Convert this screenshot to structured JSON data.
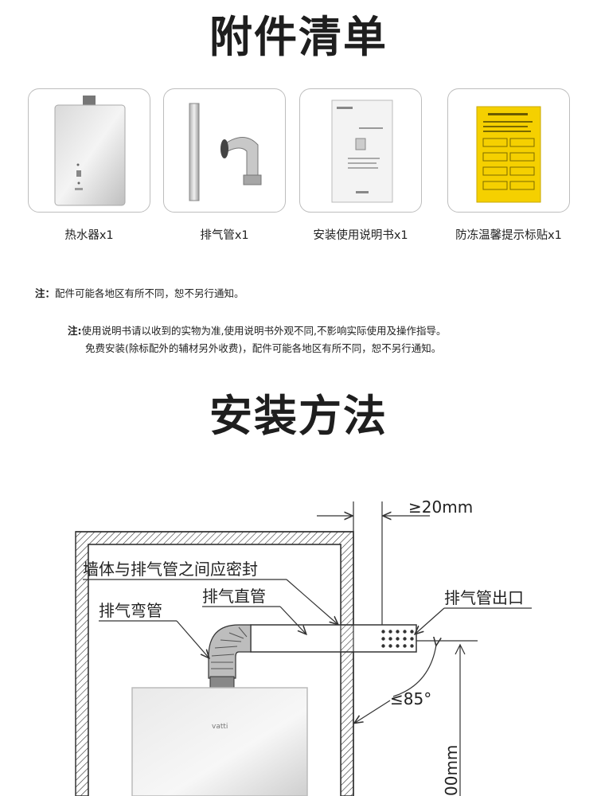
{
  "section1": {
    "title": "附件清单"
  },
  "accessories": [
    {
      "name": "热水器x1",
      "icon": "water-heater-icon"
    },
    {
      "name": "排气管x1",
      "icon": "exhaust-pipe-icon"
    },
    {
      "name": "安装使用说明书x1",
      "icon": "manual-icon"
    },
    {
      "name": "防冻温馨提示标贴x1",
      "icon": "antifreeze-sticker-icon"
    }
  ],
  "note1": {
    "label": "注：",
    "text": "配件可能各地区有所不同，恕不另行通知。"
  },
  "note2": {
    "label": "注:",
    "line1": "使用说明书请以收到的实物为准,使用说明书外观不同,不影响实际使用及操作指导。",
    "line2": "免费安装(除标配外的辅材另外收费)，配件可能各地区有所不同，恕不另行通知。"
  },
  "section2": {
    "title": "安装方法"
  },
  "diagram": {
    "gap_label": "≥20mm",
    "seal_label": "墙体与排气管之间应密封",
    "straight_pipe_label": "排气直管",
    "elbow_label": "排气弯管",
    "outlet_label": "排气管出口",
    "angle_label": "≤85°",
    "height_label": "00mm",
    "brand": "vatti",
    "colors": {
      "line": "#333333",
      "heater": "#e6e6e6",
      "sticker": "#f5d000"
    }
  }
}
